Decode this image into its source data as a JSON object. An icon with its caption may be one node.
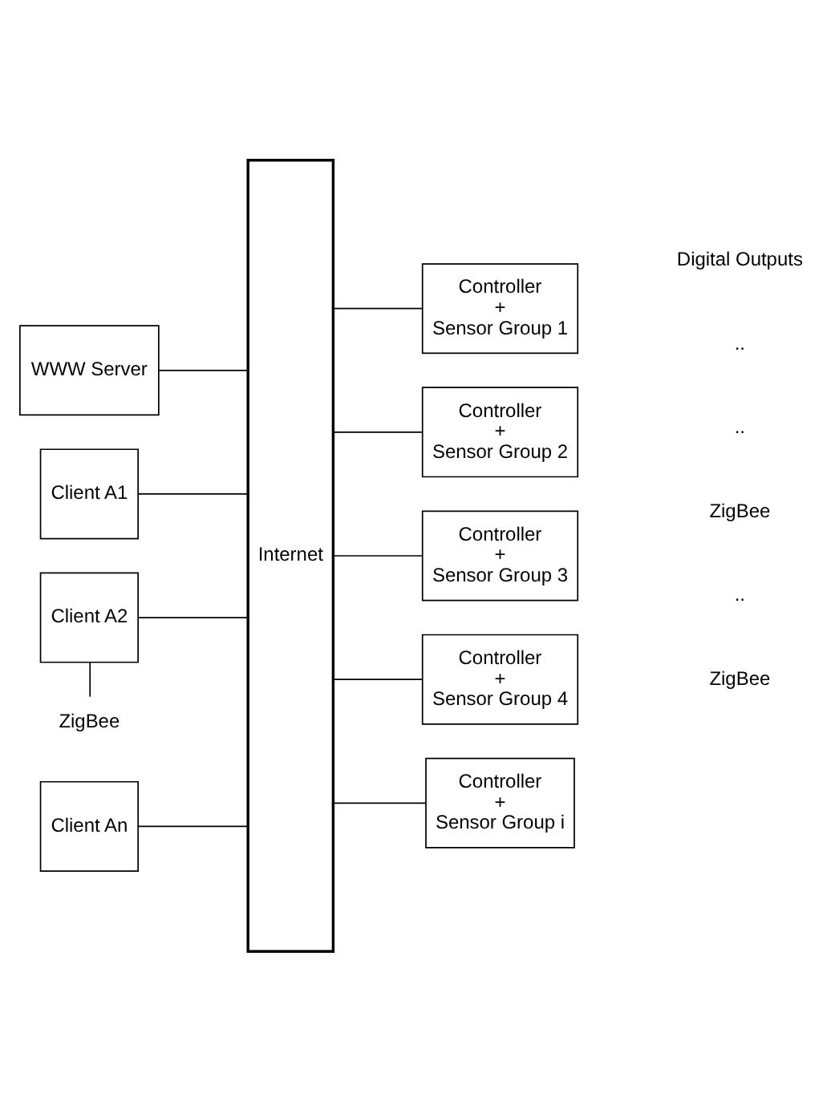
{
  "diagram": {
    "nodes": [
      {
        "text": [
          "WWW Server"
        ]
      },
      {
        "text": [
          "Client A1"
        ]
      },
      {
        "text": [
          "Client A2"
        ]
      },
      {
        "text": [
          "ZigBee"
        ]
      },
      {
        "text": [
          "Client An"
        ]
      },
      {
        "text": [
          "Internet"
        ]
      },
      {
        "text": [
          "Controller",
          "+",
          "Sensor Group 1"
        ]
      },
      {
        "text": [
          "Controller",
          "+",
          "Sensor Group 2"
        ]
      },
      {
        "text": [
          "Controller",
          "+",
          "Sensor Group 3"
        ]
      },
      {
        "text": [
          "Controller",
          "+",
          "Sensor Group 4"
        ]
      },
      {
        "text": [
          "Controller",
          "+",
          "Sensor Group i"
        ]
      }
    ],
    "edges": [
      {
        "from": 0,
        "to": 5,
        "arrow": "none"
      },
      {
        "from": 1,
        "to": 5,
        "arrow": "none"
      },
      {
        "from": 2,
        "to": 5,
        "arrow": "none"
      },
      {
        "from": 2,
        "to": 3,
        "arrow": "none"
      },
      {
        "from": 4,
        "to": 5,
        "arrow": "none"
      },
      {
        "from": 5,
        "to": 6,
        "arrow": "none"
      },
      {
        "from": 5,
        "to": 7,
        "arrow": "none"
      },
      {
        "from": 5,
        "to": 8,
        "arrow": "none"
      },
      {
        "from": 5,
        "to": 9,
        "arrow": "none"
      },
      {
        "from": 5,
        "to": 10,
        "arrow": "none"
      }
    ],
    "labels": [
      "ZigBee",
      "..",
      "ZigBee",
      "..",
      "..",
      "Digital Outputs"
    ]
  }
}
